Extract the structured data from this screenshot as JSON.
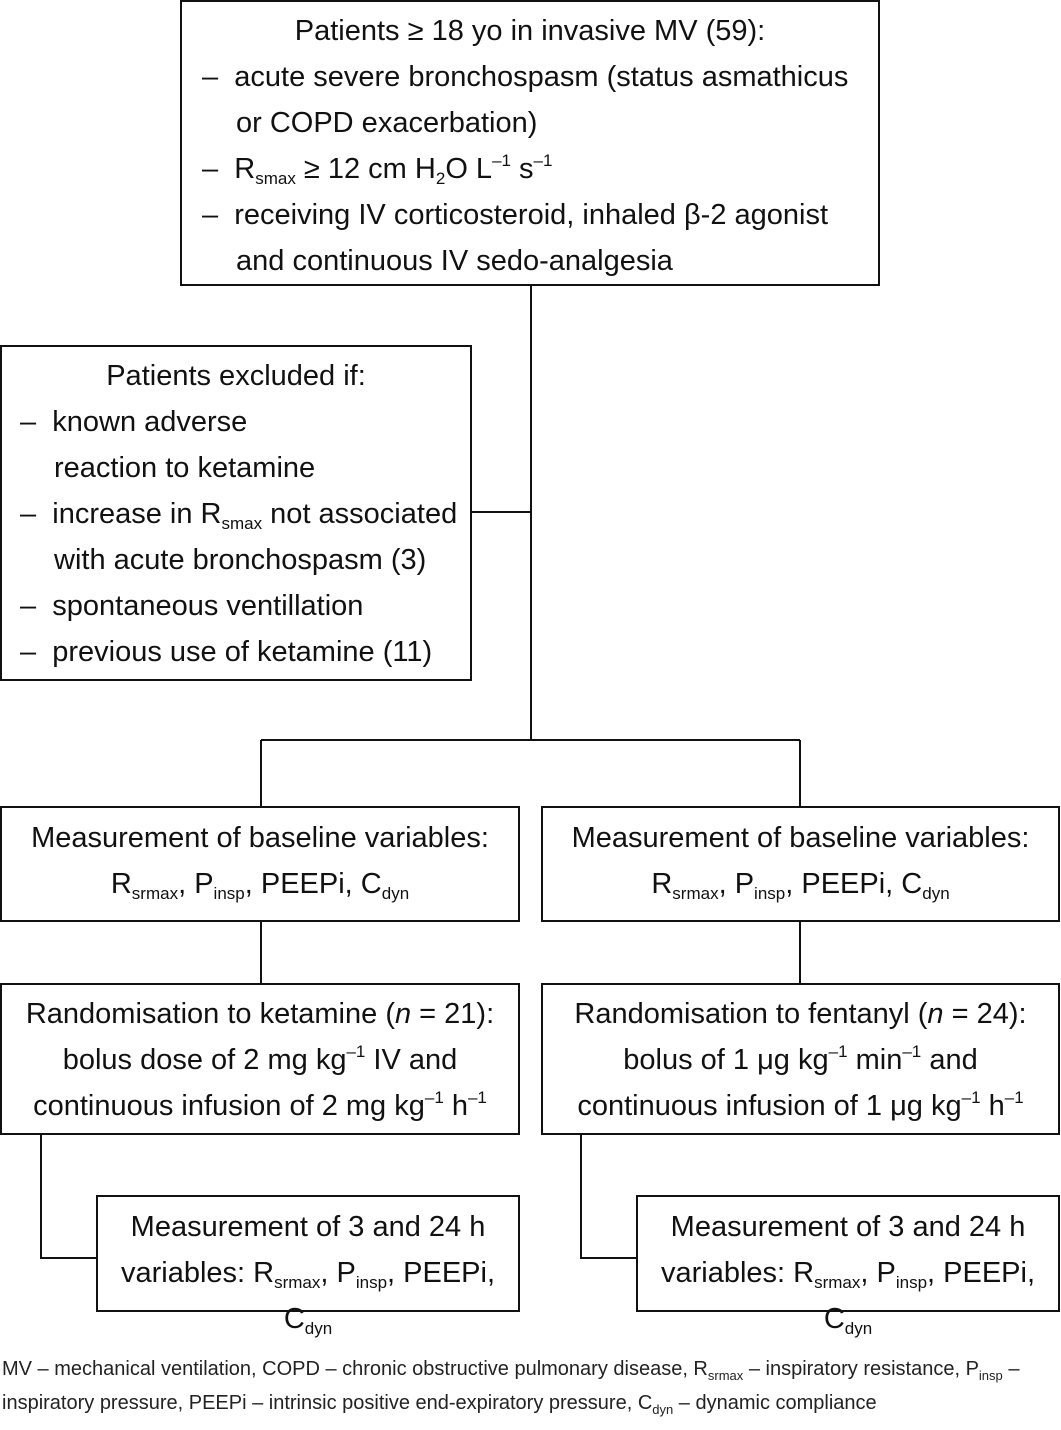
{
  "top_box": {
    "heading": "Patients ≥ 18 yo in invasive MV (59):",
    "item1": "acute severe bronchospasm (status asmathicus or COPD exacerbation)",
    "item2": {
      "r": "R",
      "r_sub": "smax",
      "mid": " ≥ 12 cm H",
      "h_sub": "2",
      "o": "O L",
      "sup1": "–1",
      "s": " s",
      "sup2": "–1"
    },
    "item3": "receiving IV corticosteroid, inhaled β-2 agonist and continuous IV sedo-analgesia"
  },
  "exclusion_box": {
    "heading": "Patients excluded if:",
    "item1": "known adverse reaction to ketamine",
    "item2_pre": "increase in R",
    "item2_sub": "smax",
    "item2_post": " not associated with acute bronchospasm (3)",
    "item3": "spontaneous ventillation",
    "item4": "previous use of ketamine (11)"
  },
  "baseline": {
    "line1": "Measurement of baseline variables:",
    "r": "R",
    "r_sub": "srmax",
    "p": ", P",
    "p_sub": "insp",
    "peep": ", PEEPi, C",
    "c_sub": "dyn"
  },
  "ketamine_box": {
    "pre": "Randomisation to ketamine (",
    "n": "n",
    "post": " = 21):",
    "line2_pre": "bolus dose of 2 mg kg",
    "line2_sup": "–1",
    "line2_post": " IV and",
    "line3_pre": "continuous infusion of 2 mg kg",
    "line3_sup1": "–1",
    "line3_mid": " h",
    "line3_sup2": "–1"
  },
  "fentanyl_box": {
    "pre": "Randomisation to fentanyl (",
    "n": "n",
    "post": " = 24):",
    "line2_pre": "bolus of 1 μg kg",
    "line2_sup1": "–1",
    "line2_mid": " min",
    "line2_sup2": "–1",
    "line2_post": " and",
    "line3_pre": "continuous infusion of 1 μg kg",
    "line3_sup1": "–1",
    "line3_mid": " h",
    "line3_sup2": "–1"
  },
  "followup": {
    "line1": "Measurement of 3 and 24 h",
    "pre": "variables: R",
    "r_sub": "srmax",
    "p": ", P",
    "p_sub": "insp",
    "peep": ", PEEPi, C",
    "c_sub": "dyn"
  },
  "footnote": {
    "a": "MV – mechanical ventilation, COPD – chronic obstructive pulmonary disease, R",
    "a_sub": "srmax",
    "b": " – inspiratory resistance, P",
    "b_sub": "insp",
    "c": " – inspiratory pressure, PEEPi – intrinsic positive end-expiratory pressure, C",
    "c_sub": "dyn",
    "d": " – dynamic compliance"
  }
}
